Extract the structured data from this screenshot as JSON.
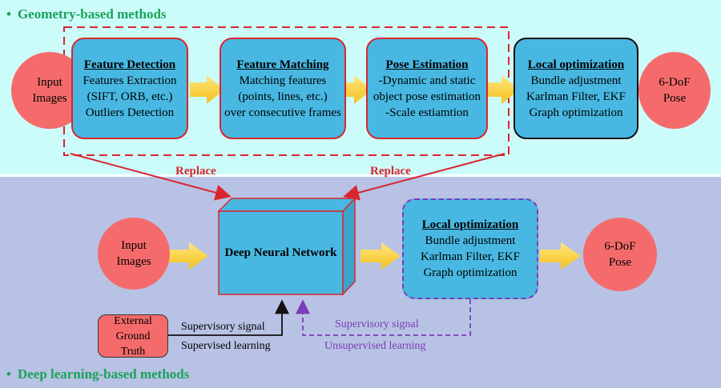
{
  "top": {
    "title": "Geometry-based methods",
    "input": "Input Images",
    "stages": [
      {
        "title": "Feature Detection",
        "lines": [
          "Features Extraction",
          "(SIFT,  ORB, etc.)",
          "Outliers Detection"
        ]
      },
      {
        "title": "Feature Matching",
        "lines": [
          "Matching features",
          "(points, lines, etc.)",
          "over consecutive frames"
        ]
      },
      {
        "title": "Pose Estimation",
        "lines": [
          "-Dynamic and static",
          "object pose estimation",
          "-Scale estiamtion"
        ]
      },
      {
        "title": "Local optimization",
        "lines": [
          "Bundle adjustment",
          "Karlman Filter, EKF",
          "Graph optimization"
        ]
      }
    ],
    "output": "6-DoF Pose"
  },
  "replace_label": "Replace",
  "bottom": {
    "title": "Deep learning-based methods",
    "input": "Input Images",
    "network": "Deep Neural Network",
    "optimization": {
      "title": "Local optimization",
      "lines": [
        "Bundle adjustment",
        "Karlman Filter, EKF",
        "Graph optimization"
      ]
    },
    "output": "6-DoF Pose",
    "ground_truth": "External Ground Truth",
    "supervisory_signal": "Supervisory signal",
    "supervised_learning": "Supervised learning",
    "unsupervisory_signal": "Supervisory signal",
    "unsupervised_learning": "Unsupervised learning"
  },
  "colors": {
    "top_bg": "#ccfcfa",
    "bottom_bg": "#b8c2e4",
    "box_fill": "#48b8e2",
    "circle_fill": "#f56b6b",
    "accent_red": "#d9262e",
    "accent_purple": "#7a3cb8",
    "arrow_fill": "#ffd23f",
    "title_green": "#1aa25a"
  }
}
